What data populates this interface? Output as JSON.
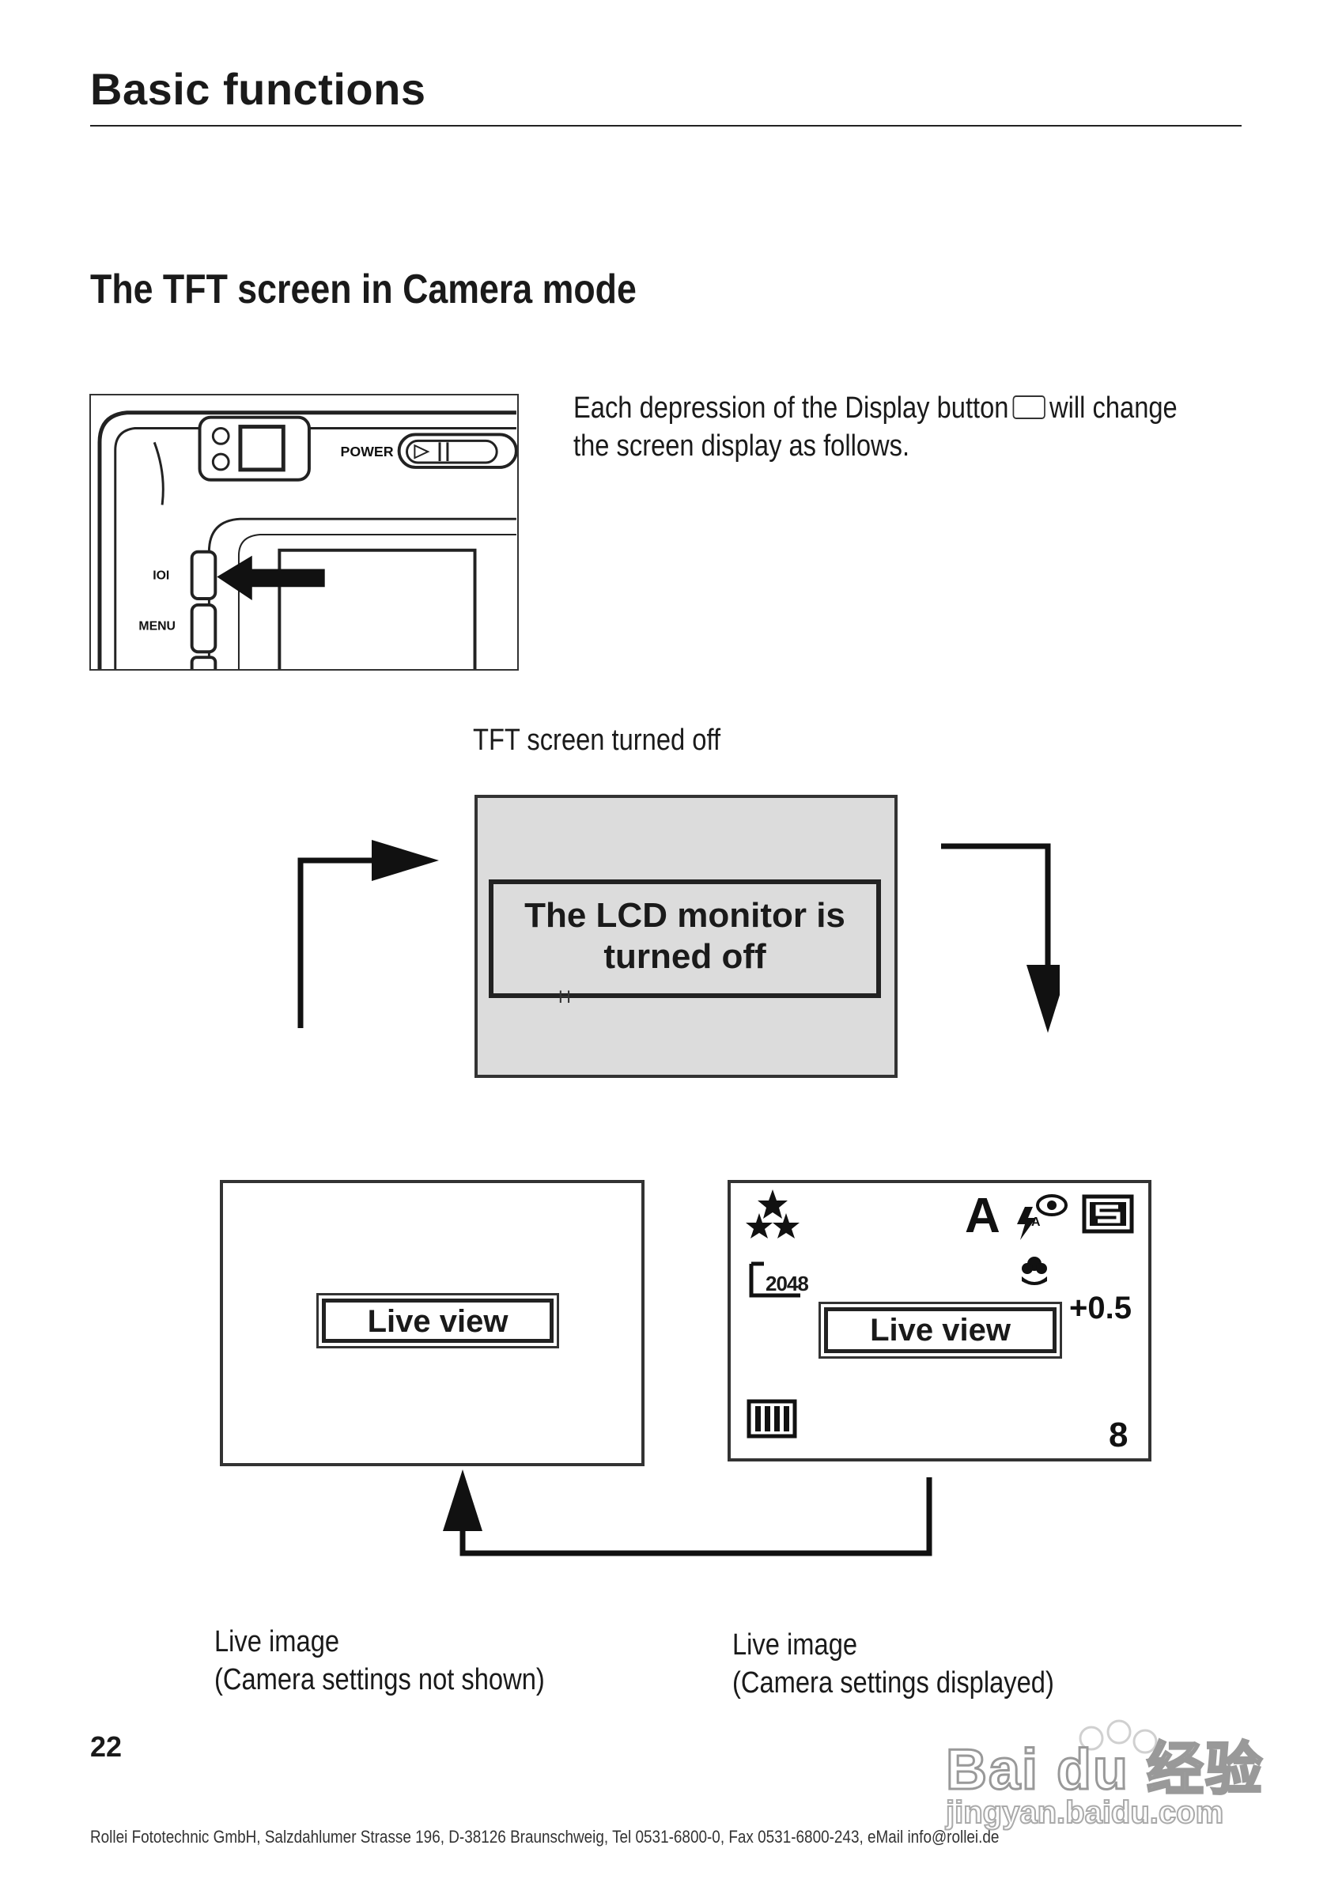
{
  "header": {
    "section": "Basic functions"
  },
  "title": "The TFT screen in Camera mode",
  "intro": {
    "line1_before": "Each depression of the Display button",
    "line1_after": "will change",
    "line2": "the screen display as follows."
  },
  "camera_illustration": {
    "power_label": "POWER",
    "display_button_label": "IOI",
    "menu_label": "MENU",
    "icons": [
      "display-button-icon",
      "arrow-left-icon",
      "power-switch-icon",
      "viewfinder-icon"
    ]
  },
  "screens": {
    "off": {
      "caption": "TFT screen turned off",
      "message_line1": "The LCD monitor is",
      "message_line2": "turned off",
      "tick": "H"
    },
    "live_plain": {
      "label": "Live view",
      "caption_line1": "Live image",
      "caption_line2": "(Camera settings not shown)"
    },
    "live_info": {
      "label": "Live view",
      "caption_line1": "Live image",
      "caption_line2": "(Camera settings displayed)",
      "osd": {
        "mode": "A",
        "resolution": "2048",
        "exposure": "+0.5",
        "shots_remaining": "8",
        "icons": [
          "quality-stars-icon",
          "flash-auto-redeye-icon",
          "s-mode-icon",
          "macro-flower-icon",
          "battery-icon",
          "resolution-icon"
        ]
      }
    }
  },
  "page_number": "22",
  "footer": "Rollei Fototechnic GmbH, Salzdahlumer Strasse 196, D-38126 Braunschweig, Tel 0531-6800-0, Fax 0531-6800-243, eMail info@rollei.de",
  "watermark": {
    "brand": "Bai du 经验",
    "url": "jingyan.baidu.com"
  }
}
